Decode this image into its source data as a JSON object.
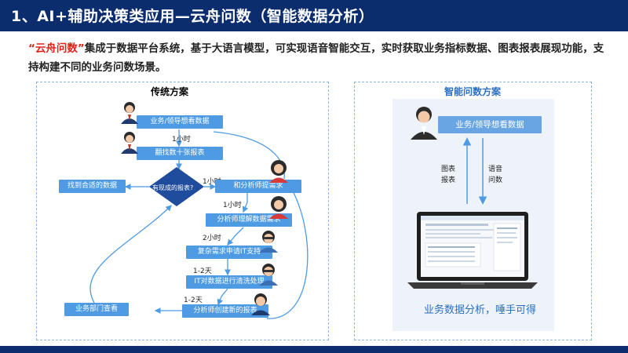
{
  "header": {
    "title": "1、AI+辅助决策类应用—云舟问数（智能数据分析）"
  },
  "intro": {
    "quote_open": "“",
    "highlight": "云舟问数",
    "quote_close": "”",
    "text": "集成于数据平台系统，基于大语言模型，可实现语音智能交互，实时获取业务指标数据、图表报表展现功能，支持构建不同的业务问数场景。"
  },
  "traditional": {
    "title": "传统方案",
    "boxes": {
      "b1": "业务/领导想看数据",
      "b2": "翻找数十张报表",
      "b3": "找到合适的数据",
      "b4": "和分析师提需求",
      "b5": "分析师理解数据需求",
      "b6": "复杂需求申请IT支持",
      "b7": "IT对数据进行清洗处理",
      "b8": "分析师创建新的报表",
      "b9": "业务部门查看"
    },
    "decision": "有现成的报表?",
    "times": {
      "t1": "1小时",
      "t2": "1小时",
      "t3": "1小时",
      "t4": "2小时",
      "t5": "1-2天",
      "t6": "1-2天"
    }
  },
  "smart": {
    "title": "智能问数方案",
    "top_box": "业务/领导想看数据",
    "left_label": [
      "图表",
      "报表"
    ],
    "right_label": [
      "语音",
      "问数"
    ],
    "caption": "业务数据分析，唾手可得"
  },
  "colors": {
    "header": "#0b2d6e",
    "box": "#4e9be3",
    "accent": "#e2231a",
    "dashed": "#8fb8e0",
    "panel_bg": "#eef3fa"
  }
}
